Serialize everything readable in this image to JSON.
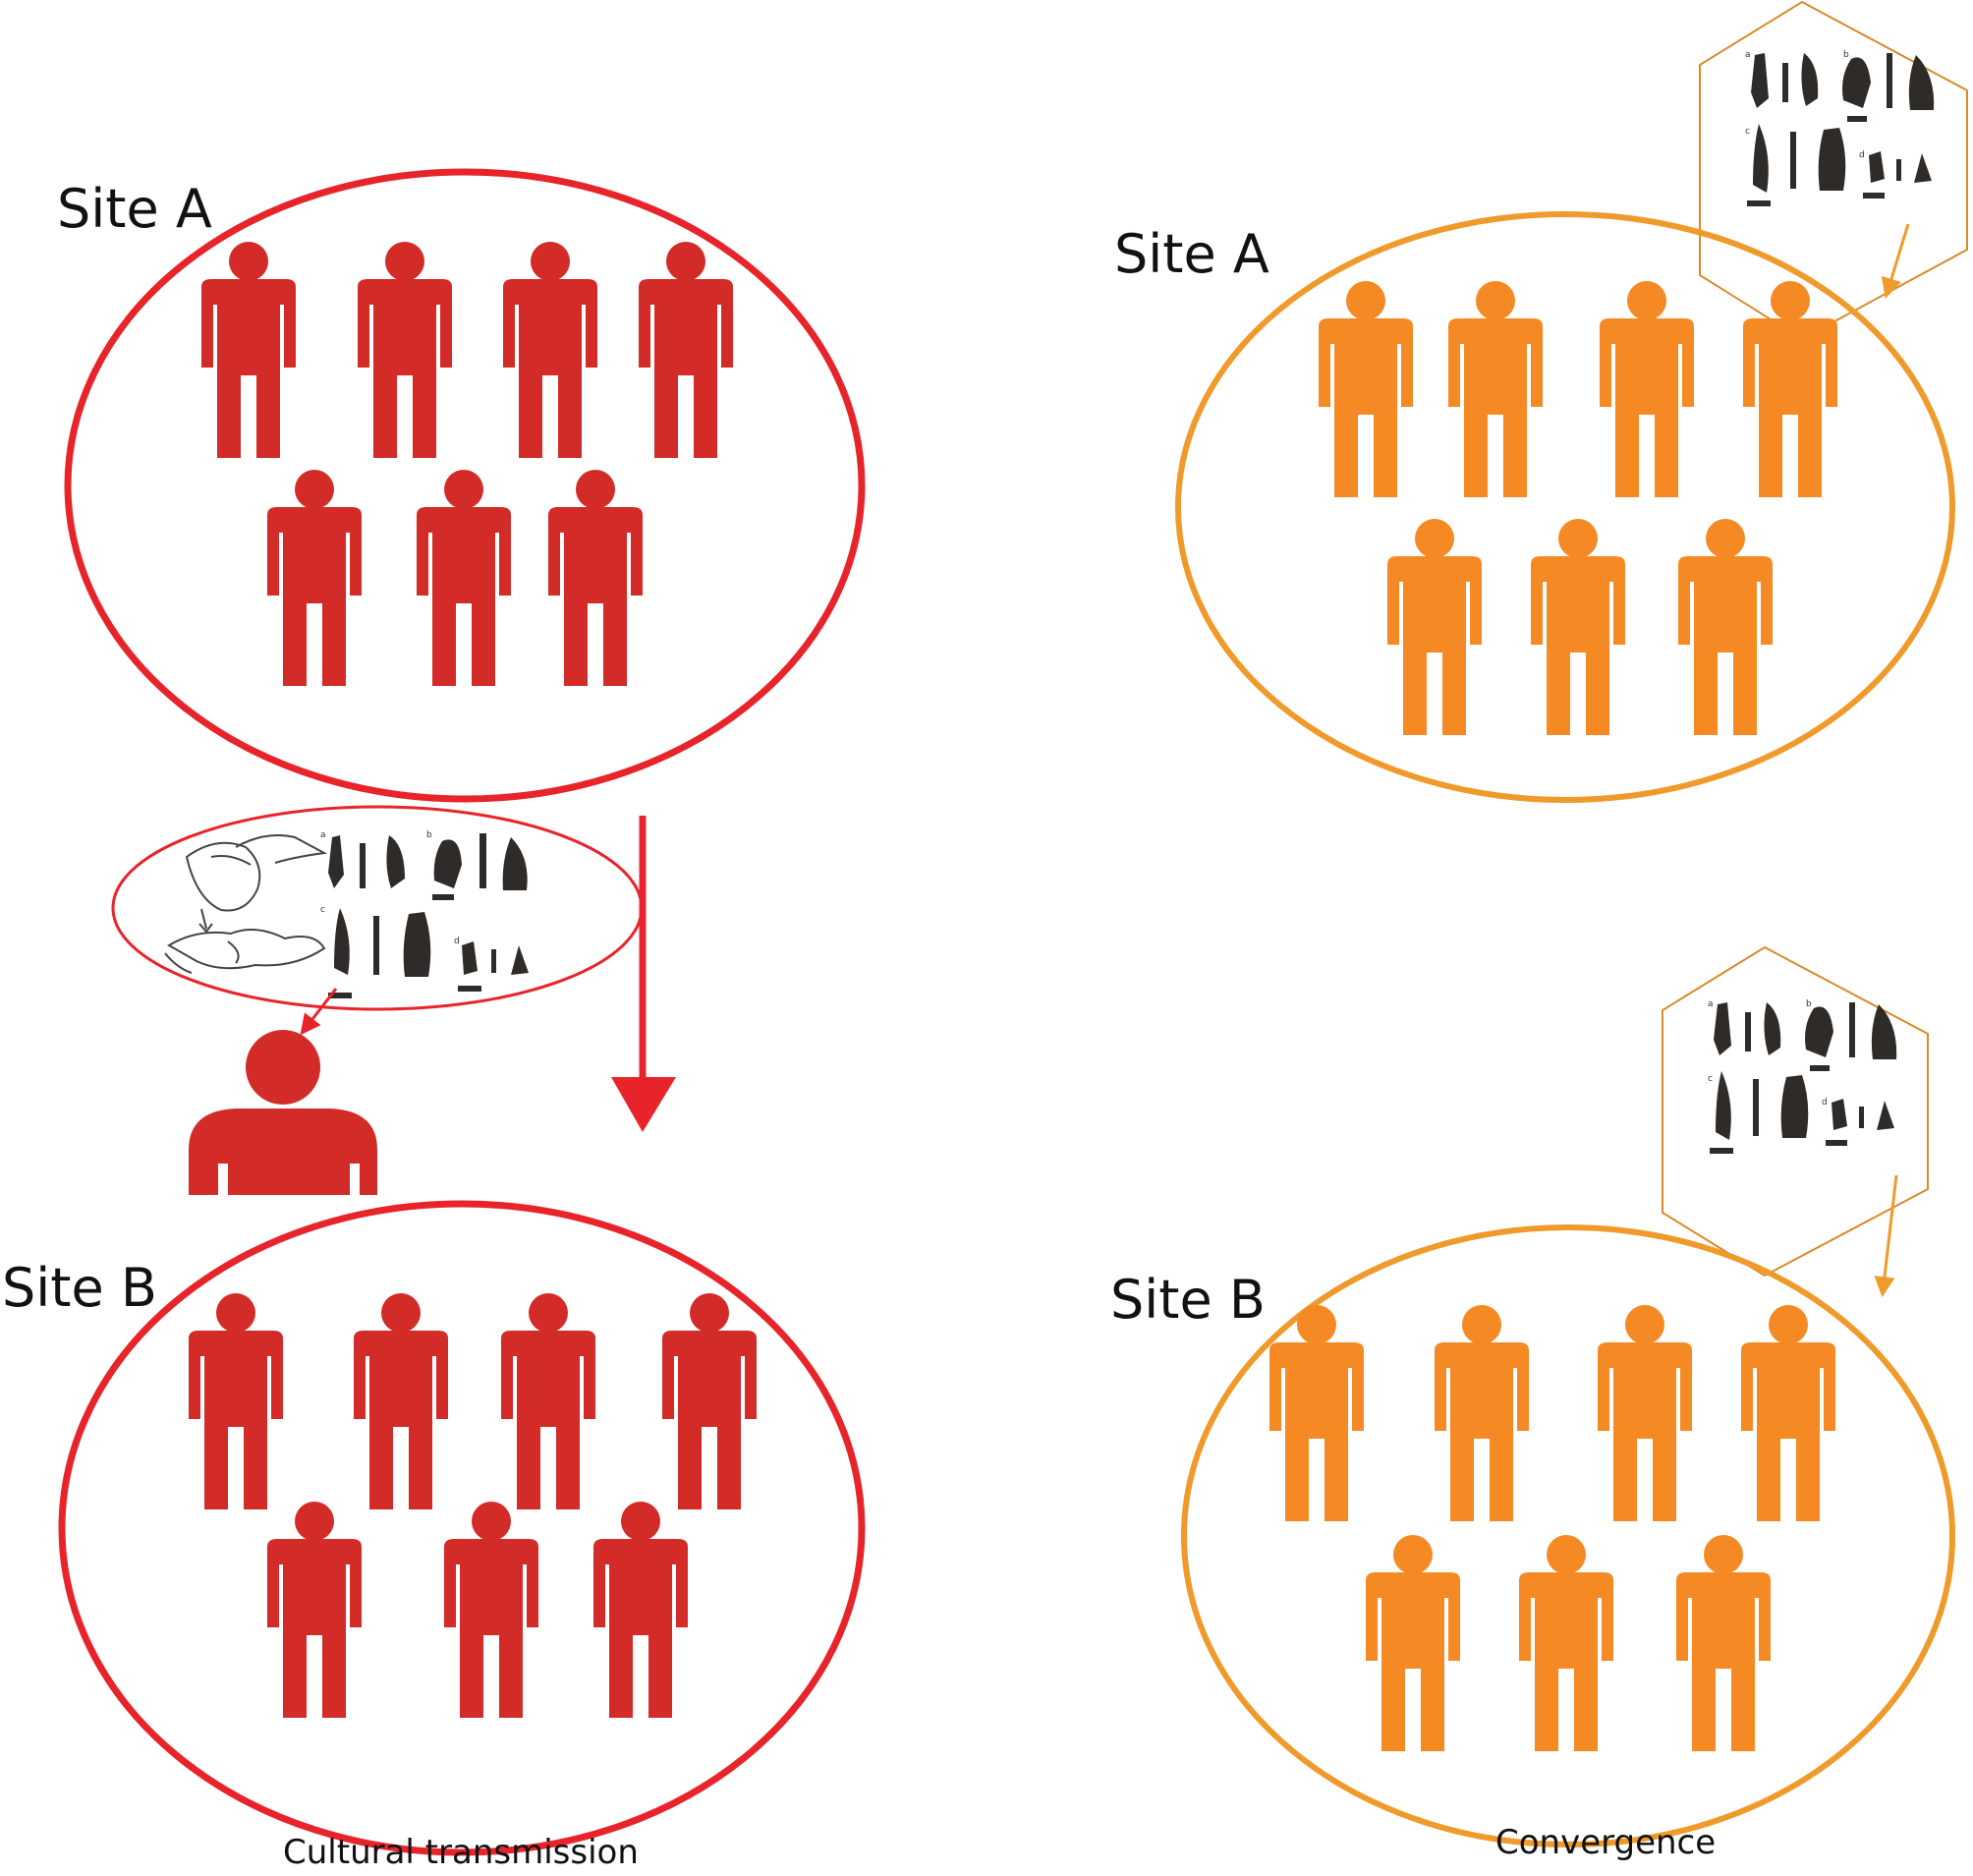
{
  "colors": {
    "transmission_ring": "#e8242b",
    "transmission_person": "#d32b27",
    "convergence_ring": "#ef9a2a",
    "convergence_person": "#f58a24",
    "inset_stroke": "#d98a2b",
    "tool_dark": "#2f2b28",
    "label_text": "#111111"
  },
  "left_panel": {
    "site_a_label": "Site A",
    "site_b_label": "Site B",
    "caption": "Cultural transmission",
    "site_a_people": 7,
    "site_b_people": 7
  },
  "right_panel": {
    "site_a_label": "Site A",
    "site_b_label": "Site B",
    "caption": "Convergence",
    "site_a_people": 7,
    "site_b_people": 7
  },
  "inset_plate": {
    "panel_letters": [
      "a",
      "b",
      "c",
      "d"
    ]
  },
  "icons": {
    "person": "person-icon",
    "arrow": "arrow-down-icon",
    "tools": "stone-tool-plate-icon",
    "hands": "knapping-hands-drawing-icon"
  }
}
